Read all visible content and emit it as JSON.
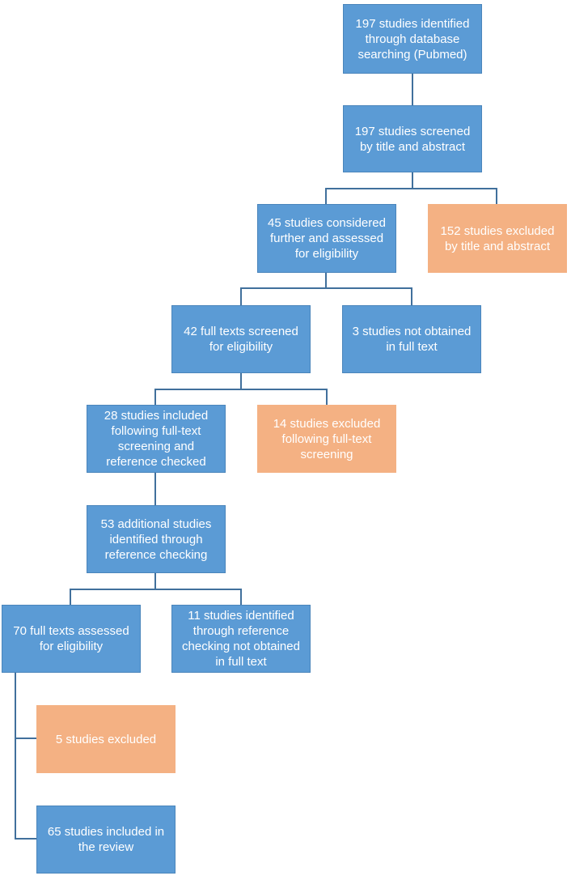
{
  "colors": {
    "flow_box": "#5b9bd5",
    "excluded_box": "#f4b183",
    "connector": "#41709c",
    "text": "#ffffff"
  },
  "boxes": {
    "identified_pubmed": "197 studies identified through database searching (Pubmed)",
    "screened_title_abstract": "197 studies screened by title and abstract",
    "considered_further": "45 studies considered further and assessed for eligibility",
    "excluded_title_abstract": "152 studies excluded by title and abstract",
    "full_texts_screened": "42 full texts screened for eligibility",
    "not_obtained_full_text": "3 studies not obtained in full text",
    "included_after_full_text": "28 studies included following full-text screening and reference checked",
    "excluded_after_full_text": "14 studies excluded following full-text screening",
    "additional_reference_checking": "53 additional studies identified through reference checking",
    "full_texts_assessed": "70 full texts assessed for eligibility",
    "reference_not_obtained": "11 studies identified through reference checking not obtained in full text",
    "excluded_final": "5 studies excluded",
    "included_review": "65 studies included in the review"
  }
}
